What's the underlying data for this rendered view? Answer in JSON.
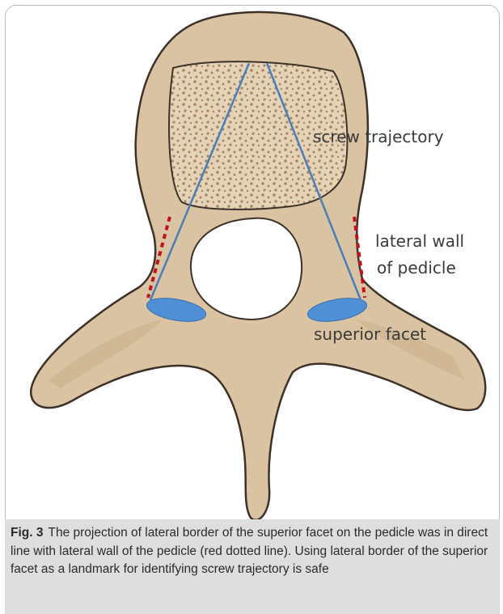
{
  "labels": {
    "screw_trajectory": "screw trajectory",
    "lateral_wall_line1": "lateral wall",
    "lateral_wall_line2": "of pedicle",
    "superior_facet": "superior facet"
  },
  "caption": {
    "figure_label": "Fig. 3",
    "text": "The projection of lateral border of the superior facet on the pedicle was in direct line with lateral wall of the pedicle (red dotted line). Using lateral border of the superior facet as a landmark for identifying screw trajectory is safe"
  },
  "colors": {
    "bone": "#d9c3a2",
    "bone_outline": "#3d3128",
    "trajectory_line": "#4a7fb5",
    "facet": "#4f8fd6",
    "dotted_line": "#c0141b"
  }
}
